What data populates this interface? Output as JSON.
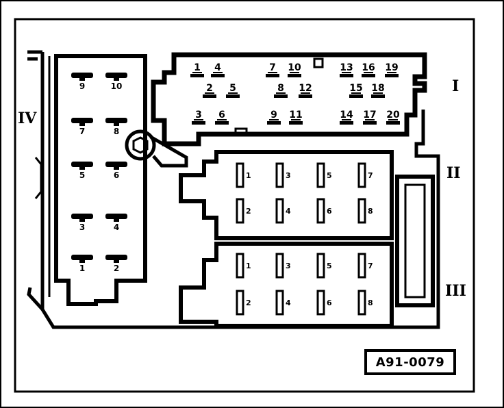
{
  "block_labels": {
    "I": "I",
    "II": "II",
    "III": "III",
    "IV": "IV"
  },
  "reference": "A91-0079",
  "block_I_pins": [
    "1",
    "4",
    "7",
    "10",
    "13",
    "16",
    "19",
    "2",
    "5",
    "8",
    "12",
    "15",
    "18",
    "3",
    "6",
    "9",
    "11",
    "14",
    "17",
    "20"
  ],
  "block_II_pins": [
    "1",
    "3",
    "5",
    "7",
    "2",
    "4",
    "6",
    "8"
  ],
  "block_III_pins": [
    "1",
    "3",
    "5",
    "7",
    "2",
    "4",
    "6",
    "8"
  ],
  "block_IV_pins": [
    "9",
    "10",
    "7",
    "8",
    "5",
    "6",
    "3",
    "4",
    "1",
    "2"
  ]
}
